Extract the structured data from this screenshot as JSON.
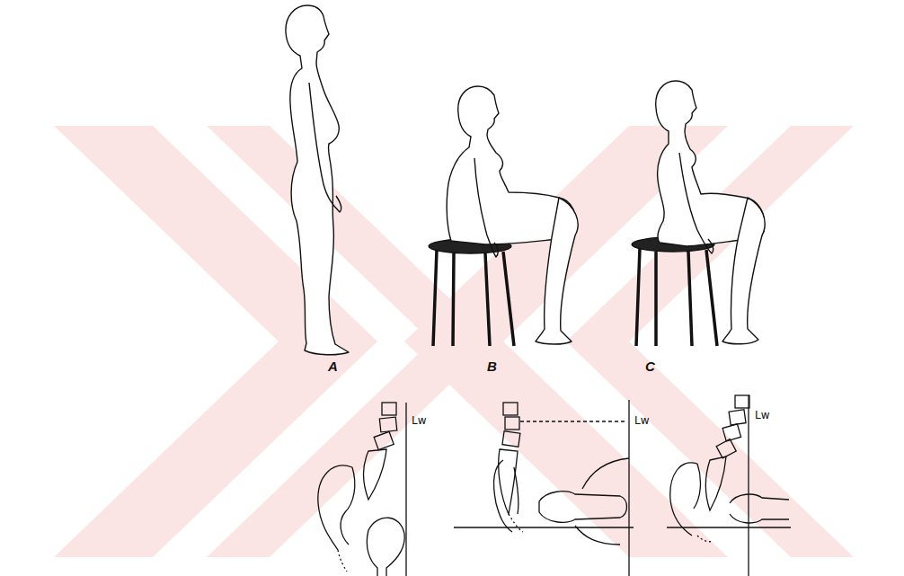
{
  "diagram": {
    "labels": [
      "A",
      "B",
      "C",
      "Lw",
      "Lw",
      "Lw"
    ]
  }
}
